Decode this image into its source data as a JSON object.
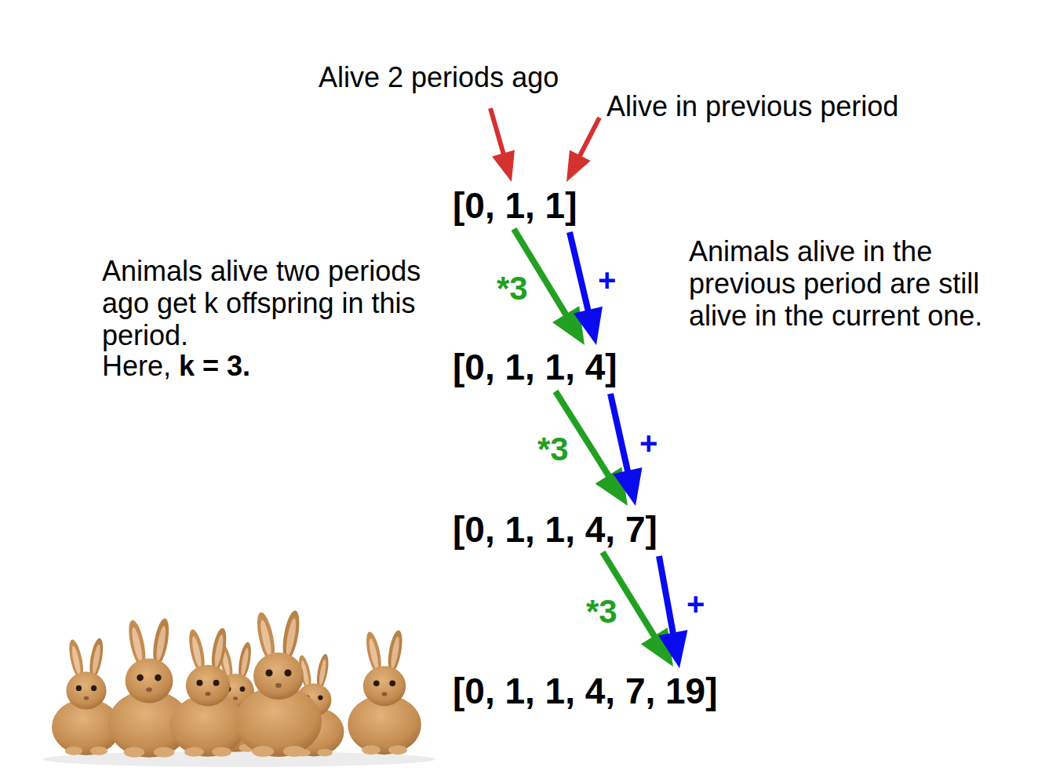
{
  "diagram": {
    "labels": [
      "Alive 2 periods ago",
      "Alive in previous period",
      "[0, 1, 1]",
      "*3",
      "+",
      "[0, 1, 1, 4]",
      "*3",
      "+",
      "[0, 1, 1, 4, 7]",
      "*3",
      "+",
      "[0, 1, 1, 4, 7, 19]",
      "Animals alive two periods ago get k offspring in this period.",
      "Here,",
      "k = 3.",
      "Animals alive in the previous period are still alive in the current one."
    ]
  }
}
